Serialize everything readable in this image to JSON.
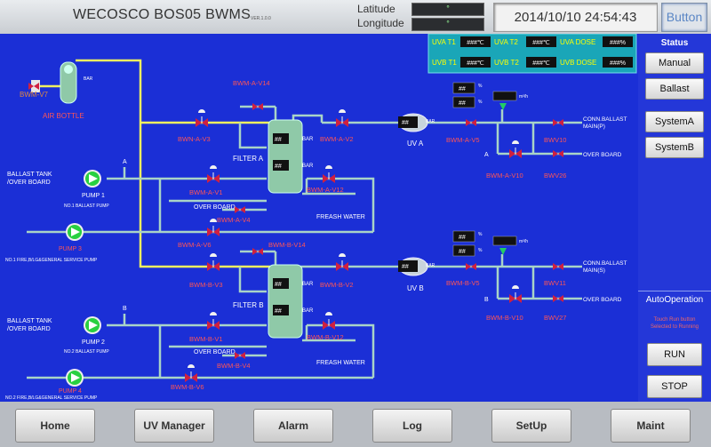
{
  "header": {
    "title": "WECOSCO BOS05 BWMS",
    "version": "VER.1.0.0",
    "latitude_label": "Latitude",
    "longitude_label": "Longitude",
    "latitude_value": "°",
    "longitude_value": "°",
    "datetime": "2014/10/10 24:54:43",
    "button_label": "Button"
  },
  "uv_panel": {
    "uva_t1": "UVA T1",
    "uva_t1_val": "###℃",
    "uva_t2": "UVA T2",
    "uva_t2_val": "###℃",
    "uva_dose": "UVA DOSE",
    "uva_dose_val": "###%",
    "uvb_t1": "UVB T1",
    "uvb_t1_val": "###℃",
    "uvb_t2": "UVB T2",
    "uvb_t2_val": "###℃",
    "uvb_dose": "UVB DOSE",
    "uvb_dose_val": "###%"
  },
  "diagram": {
    "bwm_v7": "BWM-V7",
    "bar": "BAR",
    "air_bottle": "AIR BOTTLE",
    "bwm_a_v14": "BWM-A-V14",
    "bwn_a_v3": "BWN-A-V3",
    "bwm_a_v2": "BWM-A-V2",
    "filter_a": "FILTER A",
    "bwm_a_v1": "BWM-A-V1",
    "over_board": "OVER BOARD",
    "bwm_a_v4": "BWM-A-V4",
    "bwm_a_v12": "BWM-A-V12",
    "fresh_water": "FREASH WATER",
    "bwm_a_v6": "BWM-A-V6",
    "ballast_tank": "BALLAST TANK",
    "over_board_slash": "/OVER BOARD",
    "pump1": "PUMP 1",
    "pump1_sub": "NO.1 BALLAST PUMP",
    "pump3": "PUMP 3",
    "pump3_sub": "NO.1 FIRE,B/LG&GENERAL SERVICE PUMP",
    "uv_a": "UV A",
    "bwm_a_v5": "BWM-A-V5",
    "bwm_a_v10": "BWM-A-V10",
    "bwv10": "BWV10",
    "bwv26": "BWV26",
    "conn_ballast_p": "CONN.BALLAST",
    "main_p": "MAIN(P)",
    "over_board_r": "OVER BOARD",
    "line_a": "A",
    "line_b": "B",
    "bwm_b_v14": "BWM-B-V14",
    "bwm_b_v3": "BWM-B-V3",
    "bwm_b_v2": "BWM-B-V2",
    "filter_b": "FILTER B",
    "bwm_b_v1": "BWM-B-V1",
    "bwm_b_v4": "BWM-B-V4",
    "bwm_b_v12": "BWM-B-V12",
    "bwm_b_v6": "BWM-B-V6",
    "pump2": "PUMP 2",
    "pump2_sub": "NO.2 BALLAST PUMP",
    "pump4": "PUMP 4",
    "pump4_sub": "NO.2 FIRE,B/LG&GENERAL SERVICE PUMP",
    "uv_b": "UV B",
    "bwm_b_v5": "BWM-B-V5",
    "bwm_b_v10": "BWM-B-V10",
    "bwv11": "BWV11",
    "bwv27": "BWV27",
    "conn_ballast_s": "CONN.BALLAST",
    "main_s": "MAIN(S)",
    "digit_disp": "##",
    "unit_pct": "%",
    "unit_flow": "m³/h",
    "colors": {
      "bg": "#1b2fd6",
      "pipe": "#a9d4c7",
      "air_pipe": "#f0f060",
      "valve": "#d02040",
      "vessel": "#8fc9a8",
      "pump": "#28d040"
    }
  },
  "side": {
    "status_label": "Status",
    "manual": "Manual",
    "ballast": "Ballast",
    "system_a": "SystemA",
    "system_b": "SystemB",
    "auto_operation": "AutoOperation",
    "select_text": "Touch Run button Selected to Running",
    "run": "RUN",
    "stop": "STOP"
  },
  "nav": {
    "home": "Home",
    "uv_manager": "UV Manager",
    "alarm": "Alarm",
    "log": "Log",
    "setup": "SetUp",
    "maint": "Maint"
  }
}
